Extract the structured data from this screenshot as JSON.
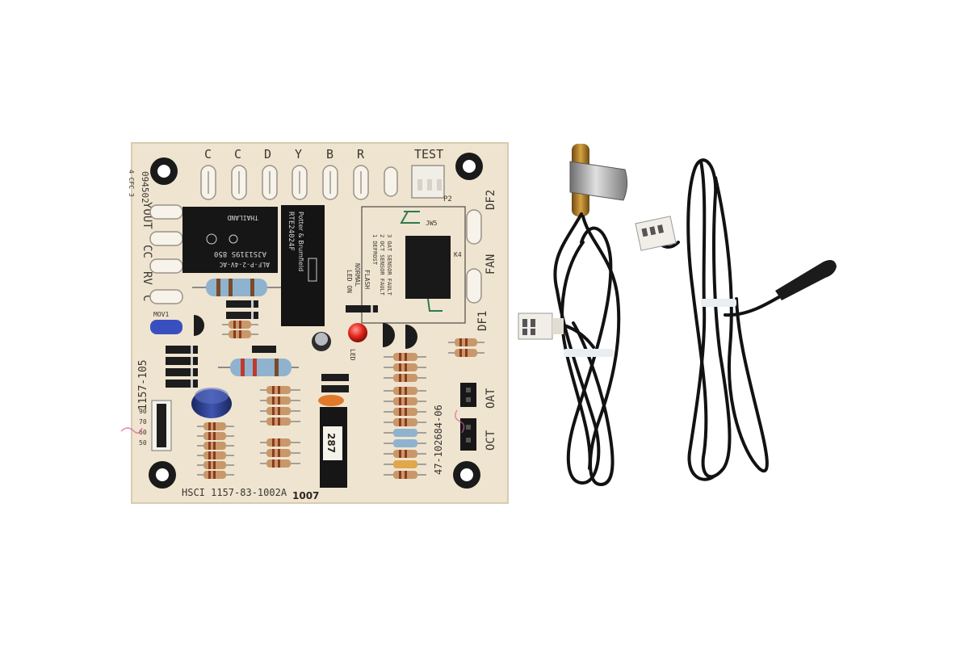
{
  "board": {
    "terminals": [
      "C",
      "C",
      "D",
      "Y",
      "B",
      "R",
      "TEST"
    ],
    "left_terminals": [
      "YOUT",
      "CC",
      "RV",
      "C"
    ],
    "right_terminals": [
      "DF2",
      "FAN",
      "DF1"
    ],
    "headers": [
      "OAT",
      "OCT"
    ],
    "part_number": "HSCI 1157-83-1002A",
    "date_code": "1007",
    "side_code": "1157-105",
    "board_code": "47-102684-06",
    "relay_big": {
      "brand": "THAILAND",
      "model": "AJS1319S 850",
      "sub": "ALF-P-2-4V-AC"
    },
    "relay_small": {
      "model": "RTE24024F",
      "brand": "Potter & Brumfield"
    },
    "ic_label": "287",
    "led_label": "LED",
    "jw5": "JW5",
    "p2": "P2",
    "k4": "K4",
    "mov": "MOV1",
    "status_lines": [
      "LED ON",
      "NORMAL",
      "FLASH",
      "1 DEFROST",
      "2 OCT SENSOR FAULT",
      "3 OAT SENSOR FAULT"
    ],
    "top_left_code": [
      "094502",
      "4 CFC 3"
    ],
    "timer_options": [
      "90",
      "70",
      "60",
      "50"
    ]
  },
  "colors": {
    "board": "#efe4cf",
    "board_edge": "#d9cbb0",
    "relay": "#161616",
    "cable": "#121212",
    "led": "#e5261d",
    "capacitor": "#2a3c8a",
    "resistor_blue": "#8fb3cf",
    "connector": "#f1eee8"
  }
}
